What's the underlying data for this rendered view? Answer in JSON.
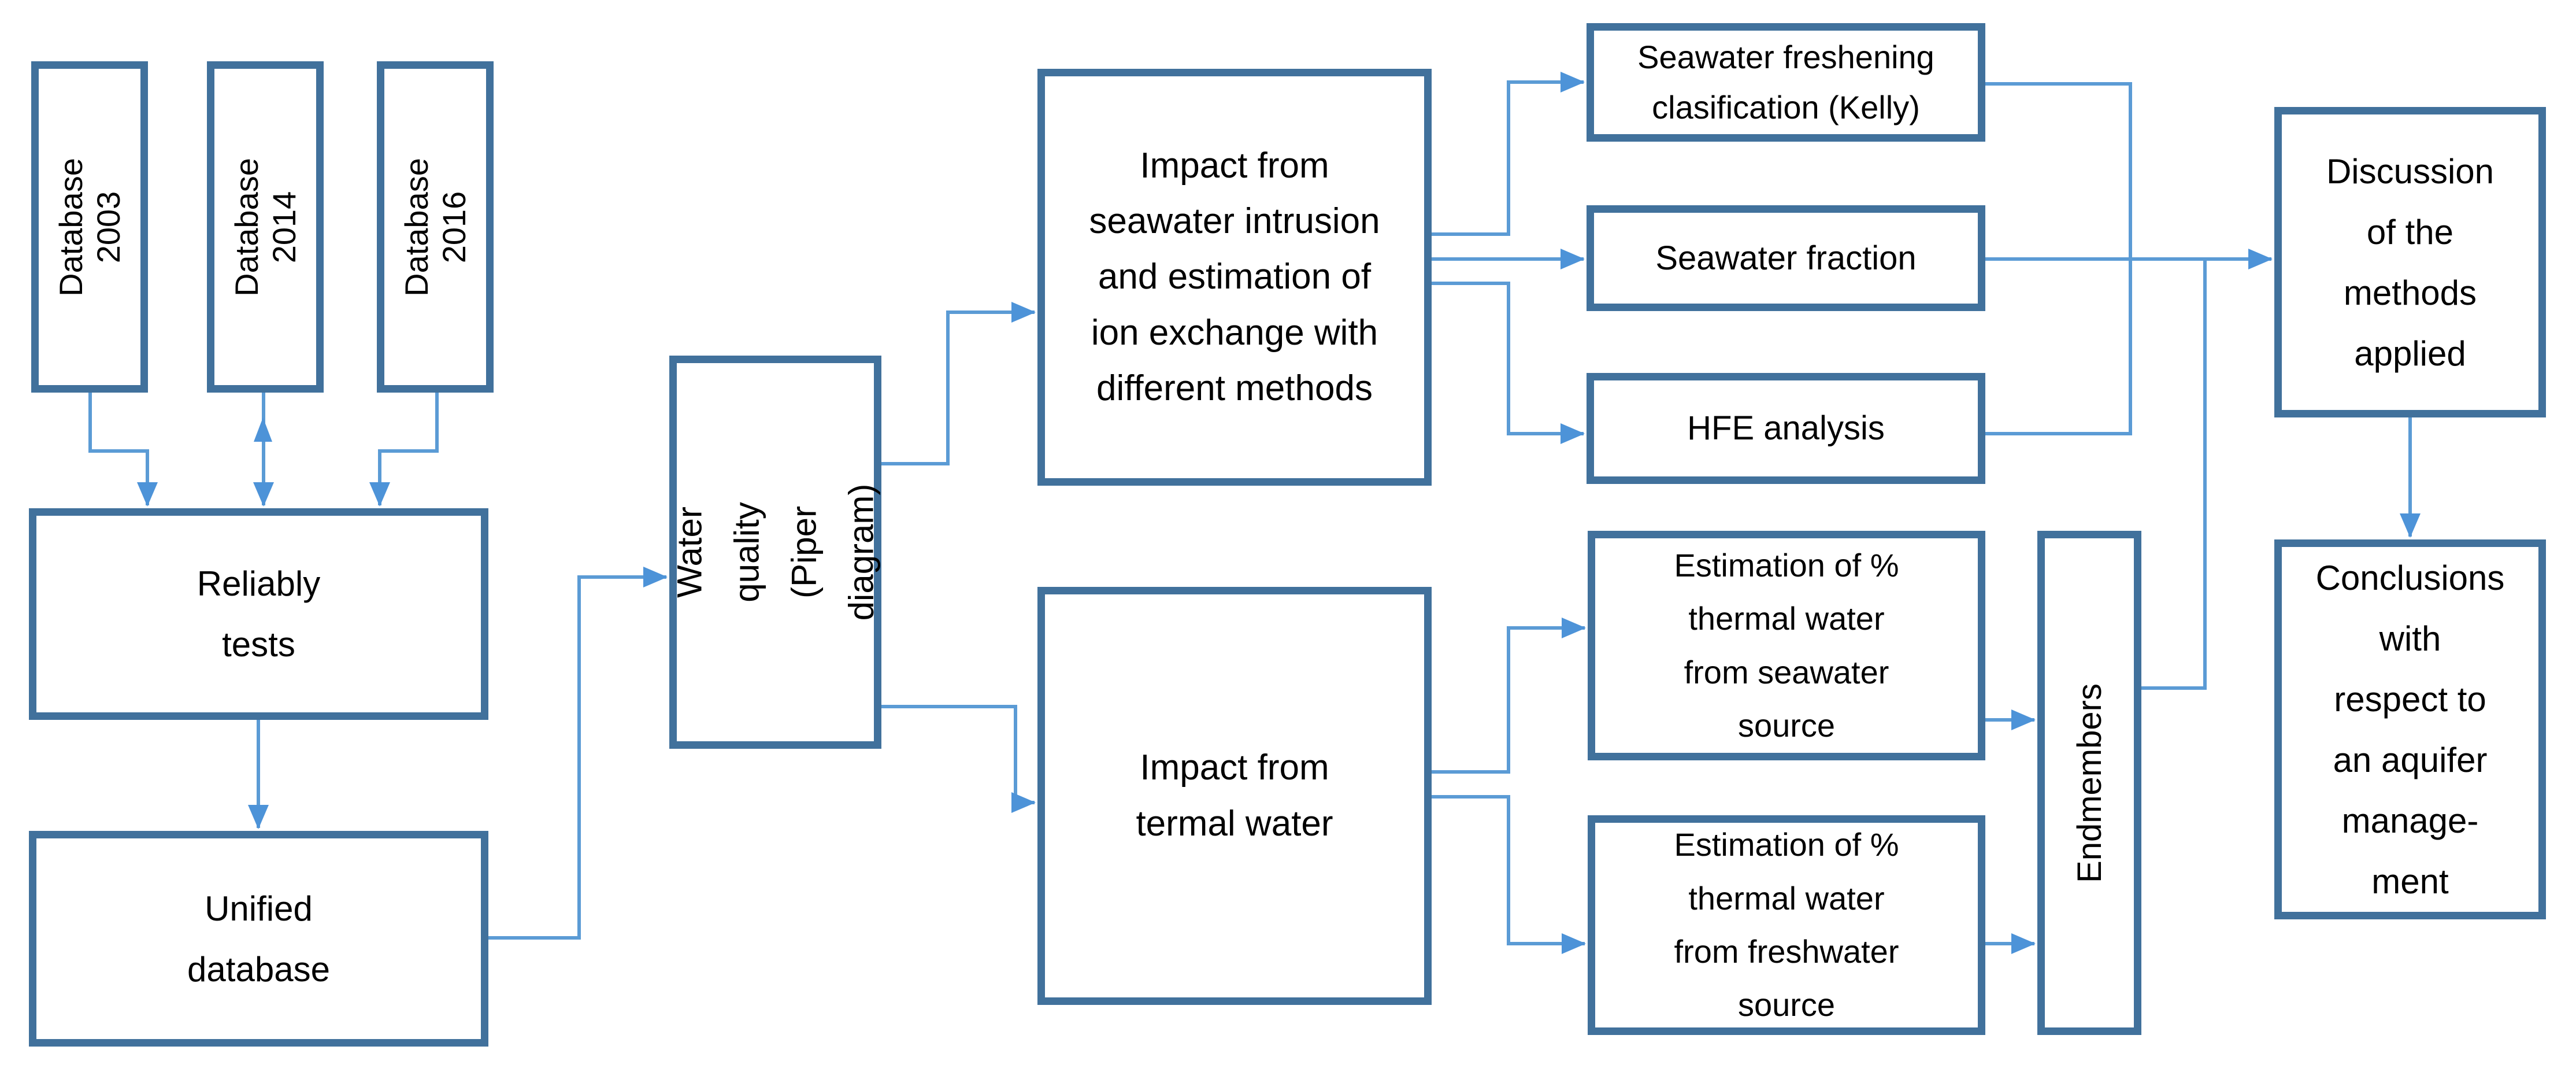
{
  "diagram": {
    "type": "flowchart",
    "colors": {
      "box_border": "#41719C",
      "box_fill": "#FFFFFF",
      "connector_line": "#5B9BD5",
      "connector_arrowhead": "#4D93D8",
      "text": "#000000",
      "background": "#FFFFFF"
    }
  },
  "nodes": {
    "db2003": {
      "label": "Database 2003",
      "orientation": "vertical"
    },
    "db2014": {
      "label": "Database 2014",
      "orientation": "vertical"
    },
    "db2016": {
      "label": "Database 2016",
      "orientation": "vertical"
    },
    "reliably": {
      "label": "Reliably\ntests",
      "orientation": "horizontal"
    },
    "unified": {
      "label": "Unified\ndatabase",
      "orientation": "horizontal"
    },
    "waterq": {
      "label": "Water quality\n(Piper diagram)",
      "orientation": "vertical"
    },
    "impactsea": {
      "label": "Impact from\nseawater intrusion\nand estimation of\nion exchange with\ndifferent methods",
      "orientation": "horizontal"
    },
    "seafresh": {
      "label": "Seawater freshening\nclasification (Kelly)",
      "orientation": "horizontal"
    },
    "seafrac": {
      "label": "Seawater fraction",
      "orientation": "horizontal"
    },
    "hfe": {
      "label": "HFE analysis",
      "orientation": "horizontal"
    },
    "impacttermal": {
      "label": "Impact from\ntermal water",
      "orientation": "horizontal"
    },
    "estsea": {
      "label": "Estimation of %\nthermal water\nfrom seawater\nsource",
      "orientation": "horizontal"
    },
    "estfresh": {
      "label": "Estimation of %\nthermal water\nfrom freshwater\nsource",
      "orientation": "horizontal"
    },
    "endmembers": {
      "label": "Endmembers",
      "orientation": "vertical"
    },
    "discussion": {
      "label": "Discussion\nof the\nmethods\napplied",
      "orientation": "horizontal"
    },
    "conclusions": {
      "label": "Conclusions\nwith\nrespect to\nan aquifer\nmanage-\nment",
      "orientation": "horizontal"
    }
  },
  "edges": [
    {
      "from": "db2003",
      "to": "reliably",
      "type": "arrow"
    },
    {
      "from": "db2014",
      "to": "reliably",
      "type": "double-arrow"
    },
    {
      "from": "db2016",
      "to": "reliably",
      "type": "arrow"
    },
    {
      "from": "reliably",
      "to": "unified",
      "type": "arrow"
    },
    {
      "from": "unified",
      "to": "waterq",
      "type": "arrow"
    },
    {
      "from": "waterq",
      "to": "impactsea",
      "type": "arrow"
    },
    {
      "from": "waterq",
      "to": "impacttermal",
      "type": "arrow"
    },
    {
      "from": "impactsea",
      "to": "seafresh",
      "type": "arrow"
    },
    {
      "from": "impactsea",
      "to": "seafrac",
      "type": "arrow"
    },
    {
      "from": "impactsea",
      "to": "hfe",
      "type": "arrow"
    },
    {
      "from": "impacttermal",
      "to": "estsea",
      "type": "arrow"
    },
    {
      "from": "impacttermal",
      "to": "estfresh",
      "type": "arrow"
    },
    {
      "from": "estsea",
      "to": "endmembers",
      "type": "arrow"
    },
    {
      "from": "estfresh",
      "to": "endmembers",
      "type": "arrow"
    },
    {
      "from": "seafresh",
      "to": "discussion",
      "type": "arrow"
    },
    {
      "from": "seafrac",
      "to": "discussion",
      "type": "arrow"
    },
    {
      "from": "hfe",
      "to": "discussion",
      "type": "arrow"
    },
    {
      "from": "endmembers",
      "to": "discussion",
      "type": "arrow"
    },
    {
      "from": "discussion",
      "to": "conclusions",
      "type": "arrow"
    }
  ]
}
